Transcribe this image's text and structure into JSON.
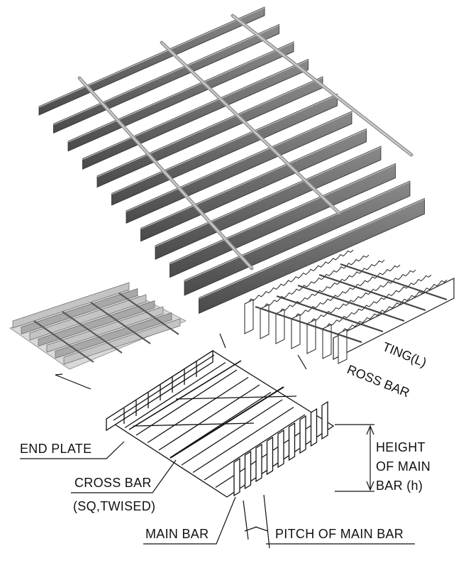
{
  "labels": {
    "end_plate": "END PLATE",
    "cross_bar": "CROSS BAR",
    "cross_bar_type": "(SQ,TWISED)",
    "main_bar": "MAIN BAR",
    "pitch": "PITCH OF MAIN BAR",
    "height_line1": "HEIGHT",
    "height_line2": "OF MAIN",
    "height_line3": "BAR (h)",
    "grating_partial": "TING(L)",
    "cross_bar_partial": "ROSS BAR"
  },
  "colors": {
    "steel_dark": "#3f3f3f",
    "steel_mid": "#7a7a7a",
    "steel_light": "#bdbdbd",
    "line": "#111111"
  }
}
